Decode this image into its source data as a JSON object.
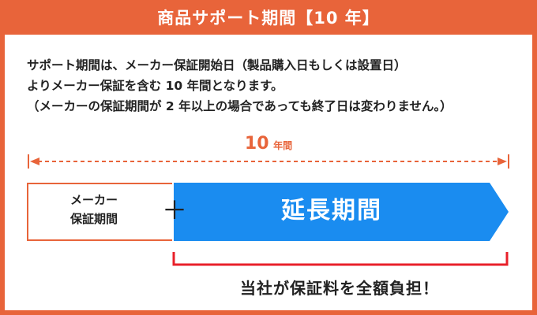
{
  "header": {
    "title": "商品サポート期間【10 年】"
  },
  "description": {
    "lines": [
      "サポート期間は、メーカー保証開始日（製品購入日もしくは設置日）",
      "よりメーカー保証を含む 10 年間となります。",
      "（メーカーの保証期間が 2 年以上の場合であっても終了日は変わりません。）"
    ]
  },
  "span": {
    "number": "10",
    "unit": "年間"
  },
  "manufacturer": {
    "line1": "メーカー",
    "line2": "保証期間"
  },
  "plus_sign": "＋",
  "extension": {
    "label": "延長期間"
  },
  "coverage": {
    "text": "当社が保証料を全額負担！"
  },
  "colors": {
    "accent": "#e8643a",
    "arrow_blue": "#1a8cf0",
    "bracket_red": "#e8202a",
    "text": "#222222"
  }
}
